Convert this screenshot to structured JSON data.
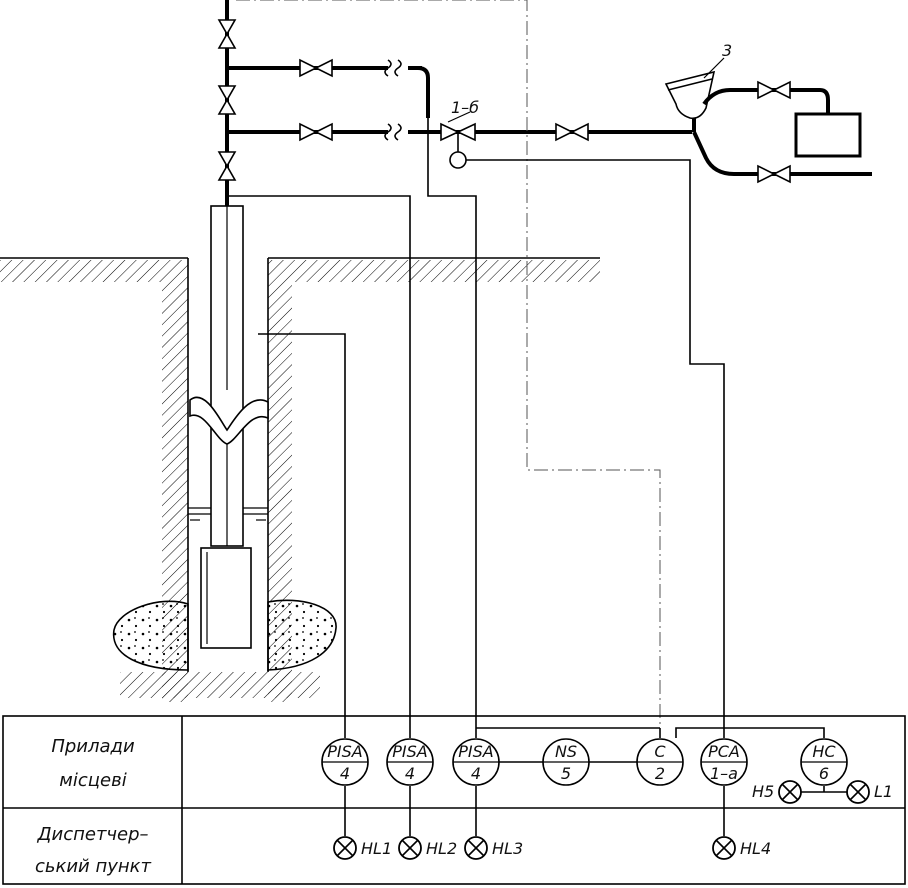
{
  "labels": {
    "valve_1b": "1–б",
    "filter_3": "3"
  },
  "rows": {
    "local": [
      "Прилади",
      "місцеві"
    ],
    "dispatch": [
      "Диспетчер–",
      "ський пункт"
    ]
  },
  "instruments": [
    {
      "id": "pisa1",
      "code": "PISA",
      "num": "4"
    },
    {
      "id": "pisa2",
      "code": "PISA",
      "num": "4"
    },
    {
      "id": "pisa3",
      "code": "PISA",
      "num": "4"
    },
    {
      "id": "ns",
      "code": "NS",
      "num": "5"
    },
    {
      "id": "c",
      "code": "C",
      "num": "2"
    },
    {
      "id": "pca",
      "code": "PCA",
      "num": "1–а"
    },
    {
      "id": "hc",
      "code": "HC",
      "num": "6"
    }
  ],
  "lamps": [
    "HL1",
    "HL2",
    "HL3",
    "HL4",
    "H5",
    "L1"
  ]
}
